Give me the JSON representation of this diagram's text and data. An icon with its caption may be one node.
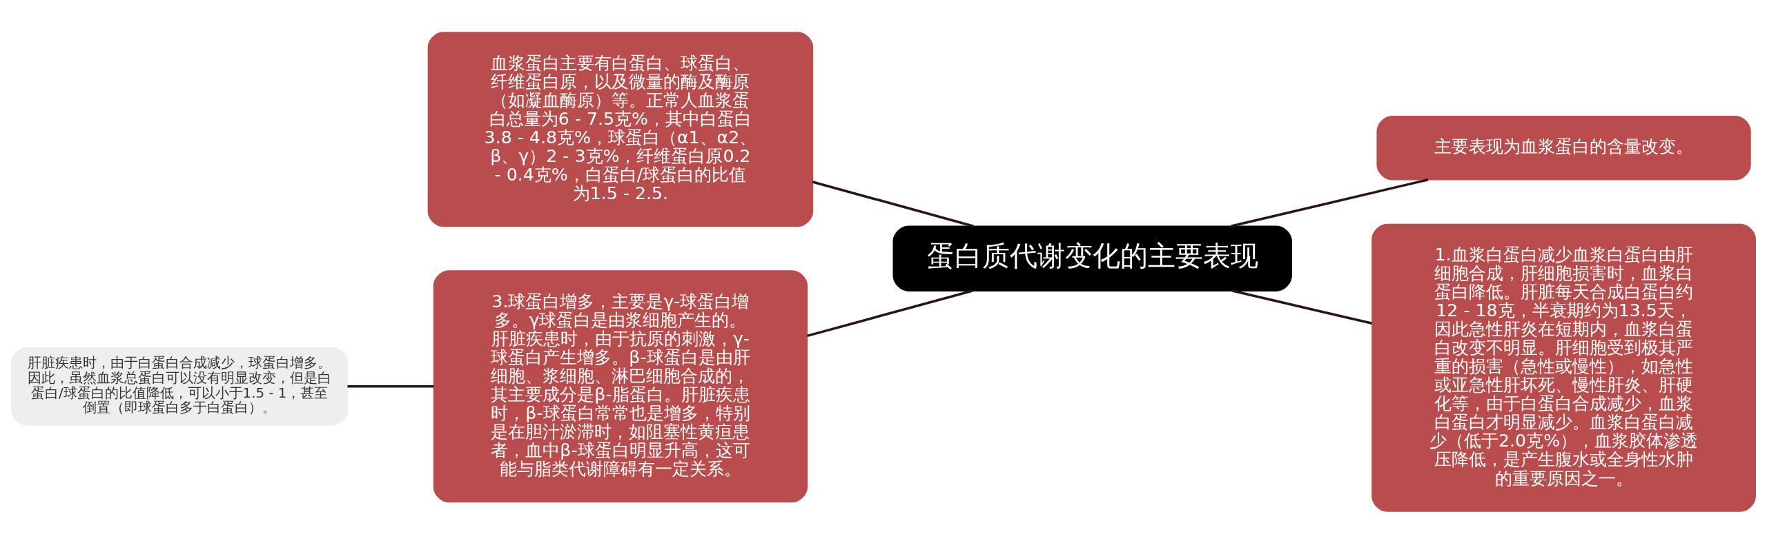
{
  "diagram": {
    "nodes": [
      {
        "text": [
          "蛋白质代谢变化的主要表现"
        ]
      },
      {
        "text": [
          "血浆蛋白主要有白蛋白、球蛋白、纤维蛋白原，以及微量的酶及酶原（如凝血酶原）等。正常人血浆蛋白总量为6 - 7.5克%，其中白蛋白3.8 - 4.8克%，球蛋白（α1、α2、β、γ）2 - 3克%，纤维蛋白原0.2 - 0.4克%，白蛋白/球蛋白的比值为1.5 - 2.5."
        ]
      },
      {
        "text": [
          "主要表现为血浆蛋白的含量改变。"
        ]
      },
      {
        "text": [
          "1.血浆白蛋白减少血浆白蛋白由肝细胞合成，肝细胞损害时，血浆白蛋白降低。肝脏每天合成白蛋白约12 - 18克，半衰期约为13.5天，因此急性肝炎在短期内，血浆白蛋白改变不明显。肝细胞受到极其严重的损害（急性或慢性），如急性或亚急性肝坏死、慢性肝炎、肝硬化等，由于白蛋白合成减少，血浆白蛋白才明显减少。血浆白蛋白减少（低于2.0克%），血浆胶体渗透压降低，是产生腹水或全身性水肿的重要原因之一。"
        ]
      },
      {
        "text": [
          "3.球蛋白增多，主要是γ-球蛋白增多。γ球蛋白是由浆细胞产生的。肝脏疾患时，由于抗原的刺激，γ-球蛋白产生增多。β-球蛋白是由肝细胞、浆细胞、淋巴细胞合成的，其主要成分是β-脂蛋白。肝脏疾患时，β-球蛋白常常也是增多，特别是在胆汁淤滞时，如阻塞性黄疸患者，血中β-球蛋白明显升高，这可能与脂类代谢障碍有一定关系。"
        ]
      },
      {
        "text": [
          "肝脏疾患时，由于白蛋白合成减少，球蛋白增多。因此，虽然血浆总蛋白可以没有明显改变，但是白蛋白/球蛋白的比值降低，可以小于1.5 - 1，甚至倒置（即球蛋白多于白蛋白）。"
        ]
      }
    ],
    "edges": [
      {
        "from": 0,
        "to": 1,
        "arrow": "none"
      },
      {
        "from": 0,
        "to": 2,
        "arrow": "none"
      },
      {
        "from": 0,
        "to": 3,
        "arrow": "none"
      },
      {
        "from": 0,
        "to": 4,
        "arrow": "none"
      },
      {
        "from": 4,
        "to": 5,
        "arrow": "none"
      }
    ]
  }
}
